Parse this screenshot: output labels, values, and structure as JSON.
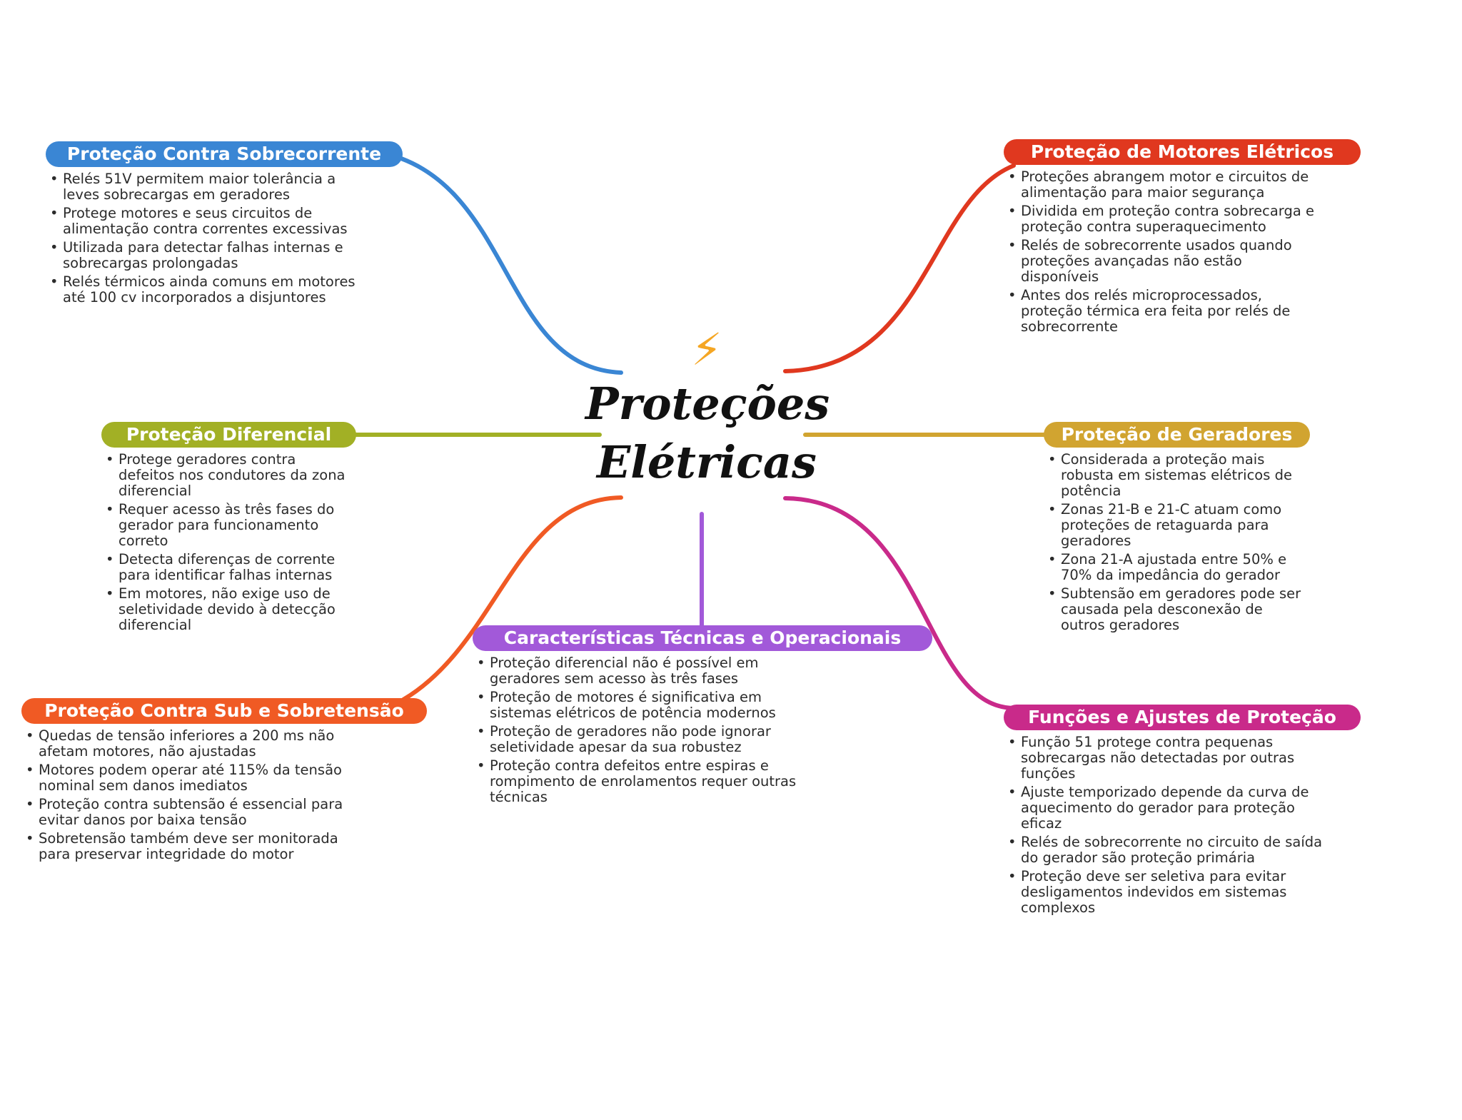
{
  "center": {
    "icon": "lightning-bolt-icon",
    "icon_glyph": "⚡",
    "title": "Proteções\nElétricas"
  },
  "branches": [
    {
      "id": "sobrecorrente",
      "title": "Proteção Contra Sobrecorrente",
      "color": "#3A86D4",
      "items": [
        "Relés 51V permitem maior tolerância a leves sobrecargas em geradores",
        "Protege motores e seus circuitos de alimentação contra correntes excessivas",
        "Utilizada para detectar falhas internas e sobrecargas prolongadas",
        "Relés térmicos ainda comuns em motores até 100 cv incorporados a disjuntores"
      ]
    },
    {
      "id": "diferencial",
      "title": "Proteção Diferencial",
      "color": "#A2B025",
      "items": [
        "Protege geradores contra defeitos nos condutores da zona diferencial",
        "Requer acesso às três fases do gerador para funcionamento correto",
        "Detecta diferenças de corrente para identificar falhas internas",
        "Em motores, não exige uso de seletividade devido à detecção diferencial"
      ]
    },
    {
      "id": "subsobretensao",
      "title": "Proteção Contra Sub e Sobretensão",
      "color": "#F05A24",
      "items": [
        "Quedas de tensão inferiores a 200 ms não afetam motores, não ajustadas",
        "Motores podem operar até 115% da tensão nominal sem danos imediatos",
        "Proteção contra subtensão é essencial para evitar danos por baixa tensão",
        "Sobretensão também deve ser monitorada para preservar integridade do motor"
      ]
    },
    {
      "id": "caracteristicas",
      "title": "Características Técnicas e Operacionais",
      "color": "#A259D9",
      "items": [
        "Proteção diferencial não é possível em geradores sem acesso às três fases",
        "Proteção de motores é significativa em sistemas elétricos de potência modernos",
        "Proteção de geradores não pode ignorar seletividade apesar da sua robustez",
        "Proteção contra defeitos entre espiras e rompimento de enrolamentos requer outras técnicas"
      ]
    },
    {
      "id": "motores",
      "title": "Proteção de Motores Elétricos",
      "color": "#E0381F",
      "items": [
        "Proteções abrangem motor e circuitos de alimentação para maior segurança",
        "Dividida em proteção contra sobrecarga e proteção contra superaquecimento",
        "Relés de sobrecorrente usados quando proteções avançadas não estão disponíveis",
        "Antes dos relés microprocessados, proteção térmica era feita por relés de sobrecorrente"
      ]
    },
    {
      "id": "geradores",
      "title": "Proteção de Geradores",
      "color": "#D1A430",
      "items": [
        "Considerada a proteção mais robusta em sistemas elétricos de potência",
        "Zonas 21-B e 21-C atuam como proteções de retaguarda para geradores",
        "Zona 21-A ajustada entre 50% e 70% da impedância do gerador",
        "Subtensão em geradores pode ser causada pela desconexão de outros geradores"
      ]
    },
    {
      "id": "funcoes",
      "title": "Funções e Ajustes de Proteção",
      "color": "#C92A8A",
      "items": [
        "Função 51 protege contra pequenas sobrecargas não detectadas por outras funções",
        "Ajuste temporizado depende da curva de aquecimento do gerador para proteção eficaz",
        "Relés de sobrecorrente no circuito de saída do gerador são proteção primária",
        "Proteção deve ser seletiva para evitar desligamentos indevidos em sistemas complexos"
      ]
    }
  ]
}
